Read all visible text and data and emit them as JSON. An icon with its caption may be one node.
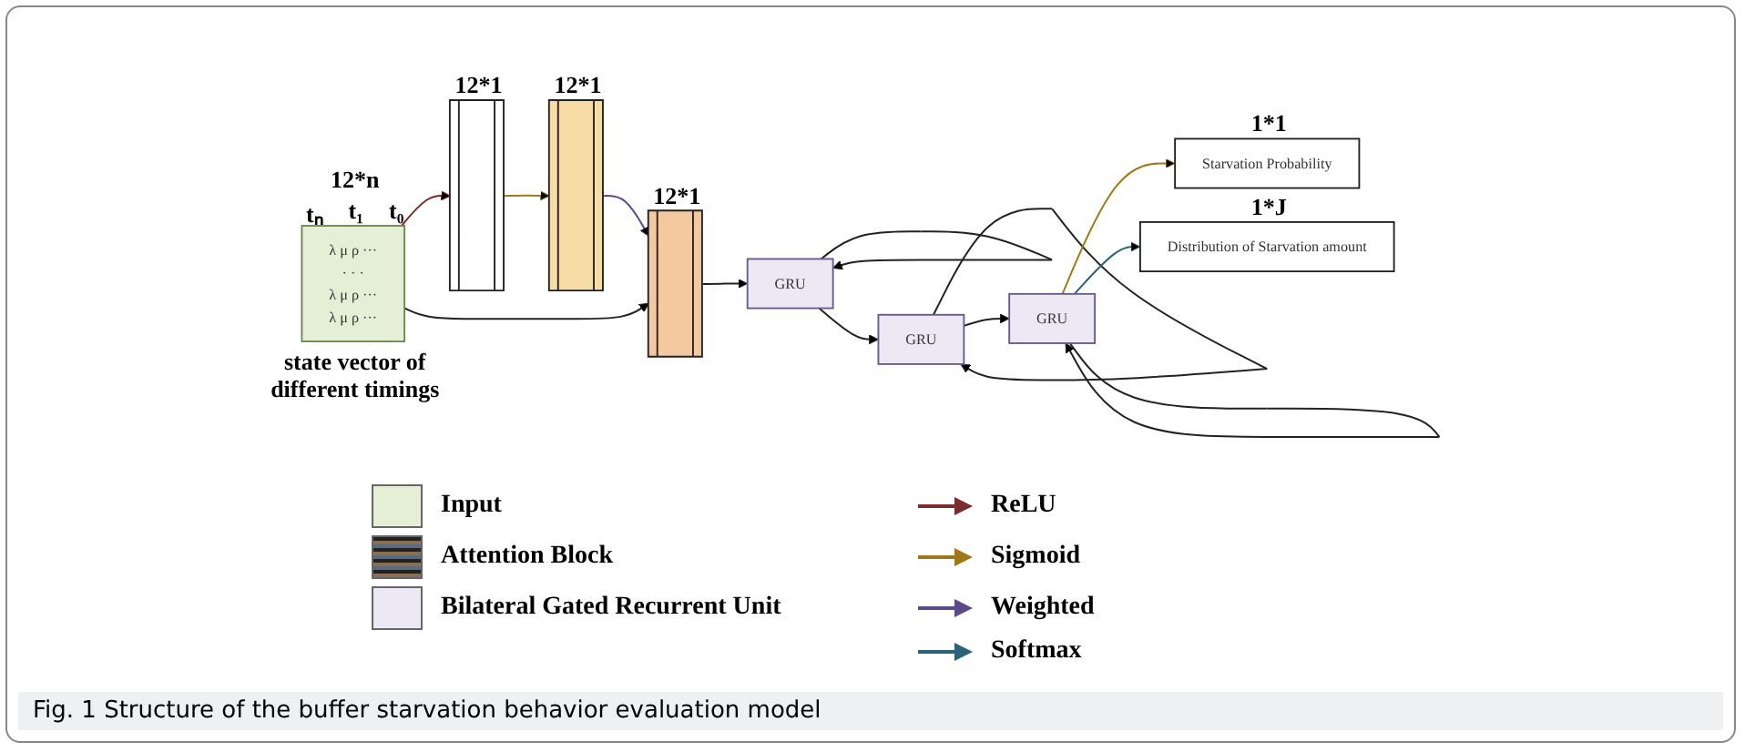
{
  "diagram": {
    "caption": "Fig. 1 Structure of the buffer starvation behavior evaluation model",
    "nodes": [
      {
        "text": [
          "λ μ ρ ···",
          "· · ·",
          "λ μ ρ ···",
          "λ μ ρ ···"
        ],
        "beside": [
          "12*n",
          "tₙ",
          "t₁",
          "t₀",
          "state vector of different timings"
        ]
      },
      {
        "text": [],
        "shape": "bar",
        "beside": [
          "12*1"
        ]
      },
      {
        "text": [],
        "shape": "bar",
        "beside": [
          "12*1"
        ]
      },
      {
        "text": [],
        "shape": "bar",
        "beside": [
          "12*1"
        ]
      },
      {
        "text": [
          "GRU"
        ]
      },
      {
        "text": [
          "GRU"
        ]
      },
      {
        "text": [
          "GRU"
        ]
      },
      {
        "text": [
          "Starvation Probability"
        ],
        "beside": [
          "1*1"
        ]
      },
      {
        "text": [
          "Distribution of Starvation amount"
        ],
        "beside": [
          "1*J"
        ]
      }
    ],
    "edges": [
      {
        "from": 0,
        "to": 1,
        "arrow": "to",
        "color": "#7b2d2d"
      },
      {
        "from": 1,
        "to": 2,
        "arrow": "to",
        "color": "#a07818"
      },
      {
        "from": 2,
        "to": 3,
        "arrow": "to",
        "color": "#5a4a8a"
      },
      {
        "from": 0,
        "to": 3,
        "arrow": "to"
      },
      {
        "from": 3,
        "to": 4,
        "arrow": "to"
      },
      {
        "from": 4,
        "to": 4,
        "arrow": "to"
      },
      {
        "from": 4,
        "to": 5,
        "arrow": "to"
      },
      {
        "from": 5,
        "to": 5,
        "arrow": "to"
      },
      {
        "from": 5,
        "to": 6,
        "arrow": "to"
      },
      {
        "from": 6,
        "to": 6,
        "arrow": "to"
      },
      {
        "from": 6,
        "to": 7,
        "arrow": "to",
        "color": "#a07818"
      },
      {
        "from": 6,
        "to": 8,
        "arrow": "to",
        "color": "#2a6478"
      }
    ],
    "legend": [
      {
        "text": "Input",
        "color": "#e4efd6"
      },
      {
        "text": "Attention Block"
      },
      {
        "text": "Bilateral Gated Recurrent Unit",
        "color": "#ece8f4"
      },
      {
        "text": "ReLU"
      },
      {
        "text": "Sigmoid"
      },
      {
        "text": "Weighted"
      },
      {
        "text": "Softmax"
      }
    ]
  }
}
